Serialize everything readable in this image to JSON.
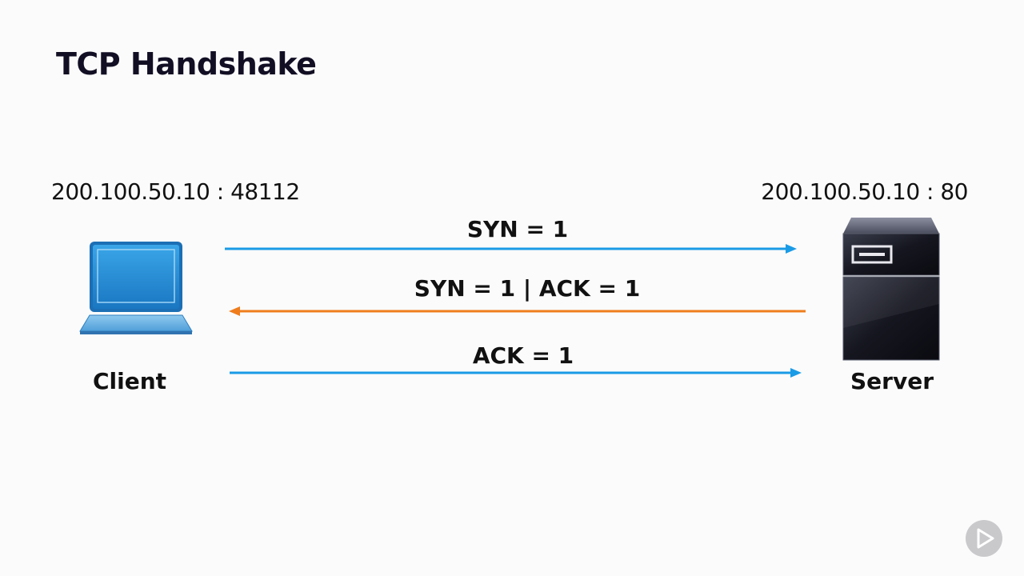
{
  "slide": {
    "title": "TCP Handshake"
  },
  "client": {
    "address": "200.100.50.10 : 48112",
    "label": "Client"
  },
  "server": {
    "address": "200.100.50.10 : 80",
    "label": "Server"
  },
  "messages": [
    {
      "text": "SYN = 1",
      "direction": "client-to-server",
      "color": "#1a9be6"
    },
    {
      "text": "SYN = 1 | ACK = 1",
      "direction": "server-to-client",
      "color": "#ef7d1d"
    },
    {
      "text": "ACK = 1",
      "direction": "client-to-server",
      "color": "#1a9be6"
    }
  ],
  "icons": {
    "client": "laptop-icon",
    "server": "server-icon",
    "badge": "play-icon"
  }
}
